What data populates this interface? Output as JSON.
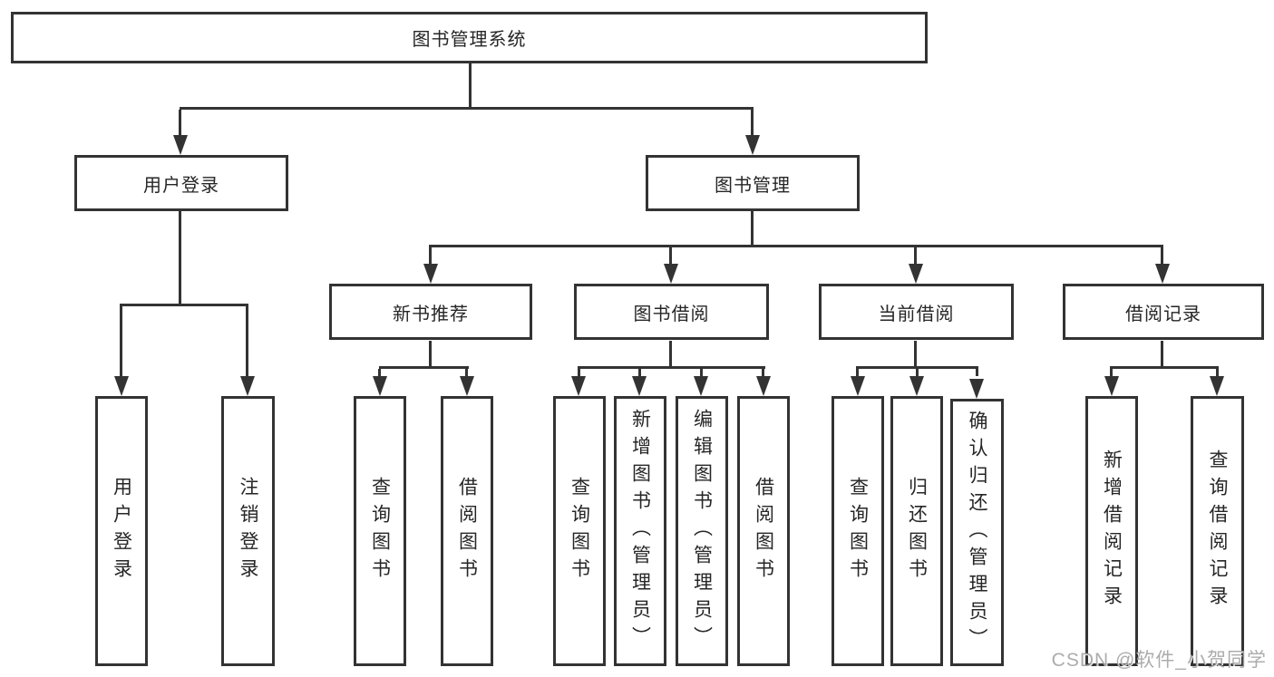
{
  "tree": {
    "root": "图书管理系统",
    "children": [
      {
        "label": "用户登录",
        "children": [
          "用户登录",
          "注销登录"
        ]
      },
      {
        "label": "图书管理",
        "children": [
          {
            "label": "新书推荐",
            "children": [
              "查询图书",
              "借阅图书"
            ]
          },
          {
            "label": "图书借阅",
            "children": [
              "查询图书",
              "新增图书（管理员）",
              "编辑图书（管理员）",
              "借阅图书"
            ]
          },
          {
            "label": "当前借阅",
            "children": [
              "查询图书",
              "归还图书",
              "确认归还（管理员）"
            ]
          },
          {
            "label": "借阅记录",
            "children": [
              "新增借阅记录",
              "查询借阅记录"
            ]
          }
        ]
      }
    ]
  },
  "watermark": {
    "text": "CSDN @软件_小贺同学"
  },
  "colors": {
    "line": "#333333",
    "text": "#262626",
    "watermark": "#9e9e9e",
    "background": "#ffffff"
  }
}
